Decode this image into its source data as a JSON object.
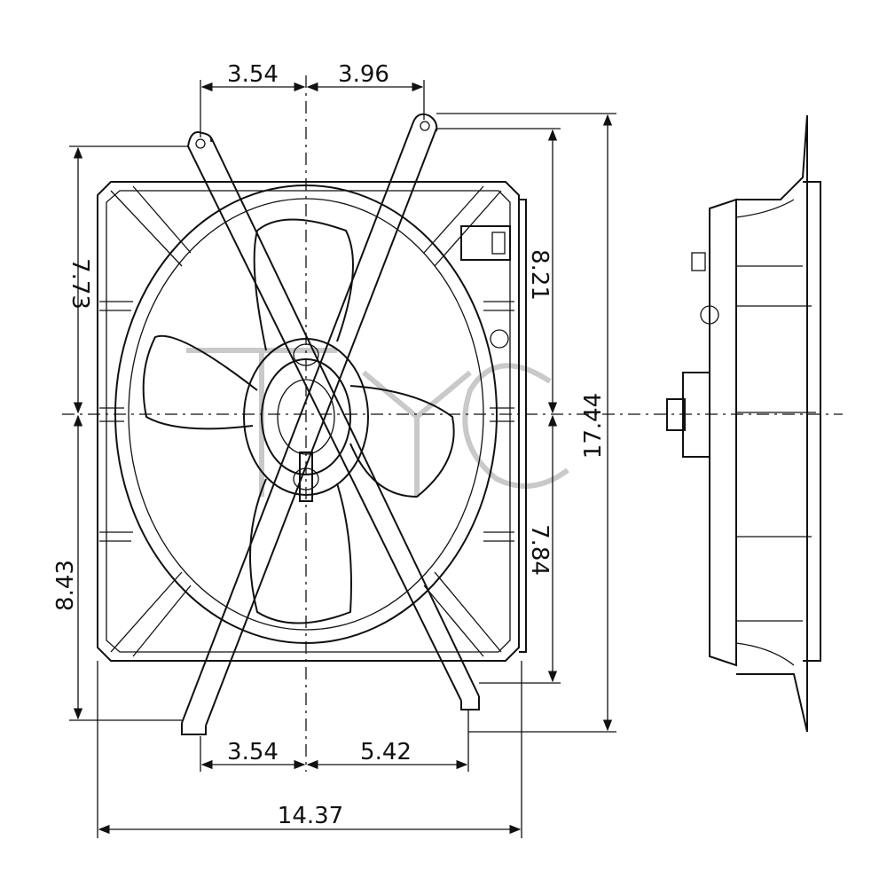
{
  "drawing": {
    "dimensions": {
      "top_left": "3.54",
      "top_right": "3.96",
      "left_upper": "7.73",
      "left_lower": "8.43",
      "right_upper": "8.21",
      "right_lower": "7.84",
      "overall_height": "17.44",
      "bottom_left": "3.54",
      "bottom_right": "5.42",
      "overall_width": "14.37"
    },
    "watermark": "TYC",
    "line_color": "#111111"
  }
}
